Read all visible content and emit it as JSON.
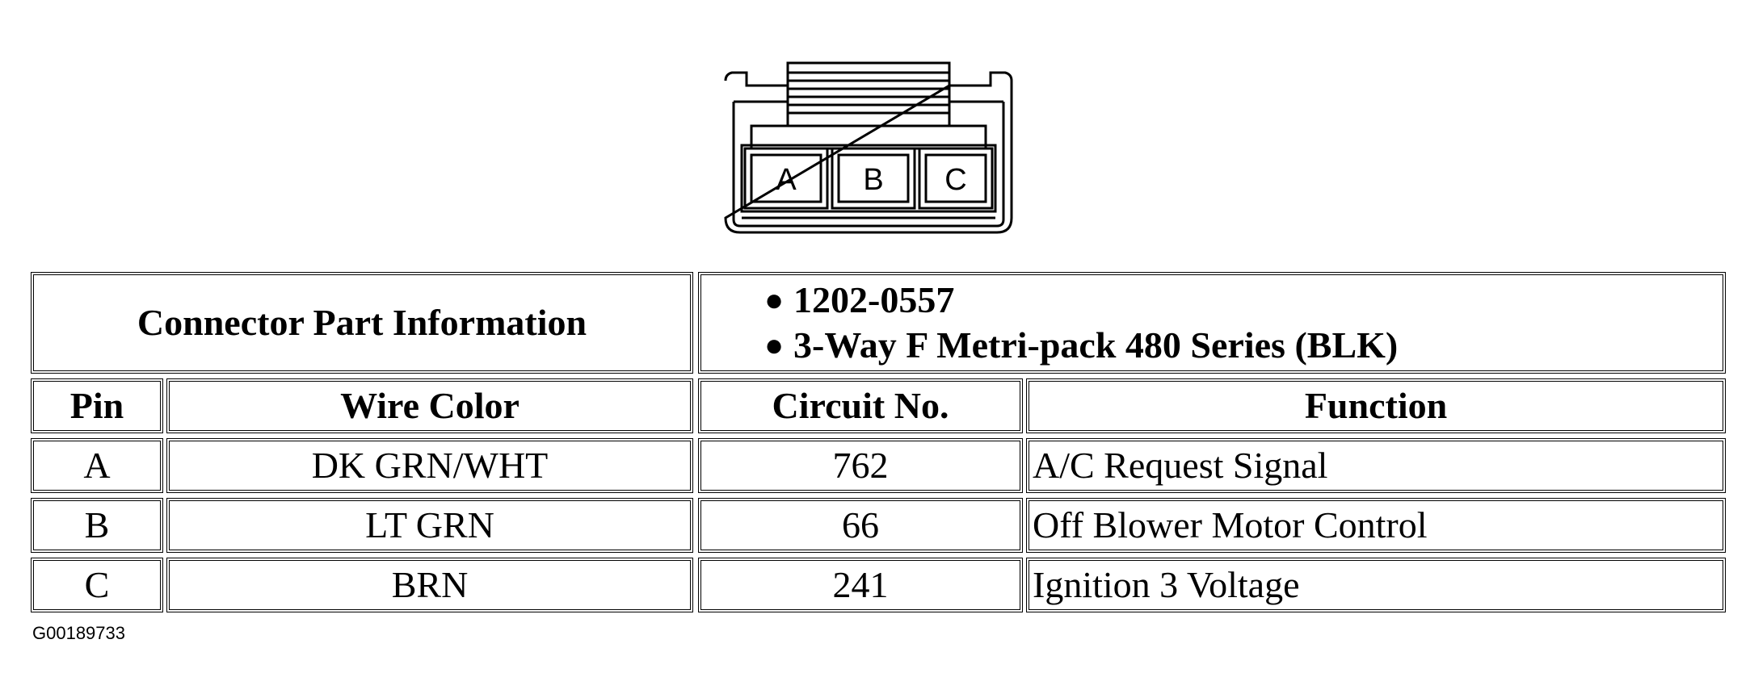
{
  "connector": {
    "title": "Connector Part Information",
    "part_items": [
      "1202-0557",
      "3-Way F Metri-pack 480 Series (BLK)"
    ],
    "pins": [
      "A",
      "B",
      "C"
    ]
  },
  "table": {
    "headers": {
      "pin": "Pin",
      "wire_color": "Wire Color",
      "circuit": "Circuit No.",
      "function": "Function"
    },
    "rows": [
      {
        "pin": "A",
        "wire_color": "DK GRN/WHT",
        "circuit": "762",
        "function": "A/C Request Signal"
      },
      {
        "pin": "B",
        "wire_color": "LT GRN",
        "circuit": "66",
        "function": "Off Blower Motor Control"
      },
      {
        "pin": "C",
        "wire_color": "BRN",
        "circuit": "241",
        "function": "Ignition 3 Voltage"
      }
    ]
  },
  "figure_code": "G00189733"
}
